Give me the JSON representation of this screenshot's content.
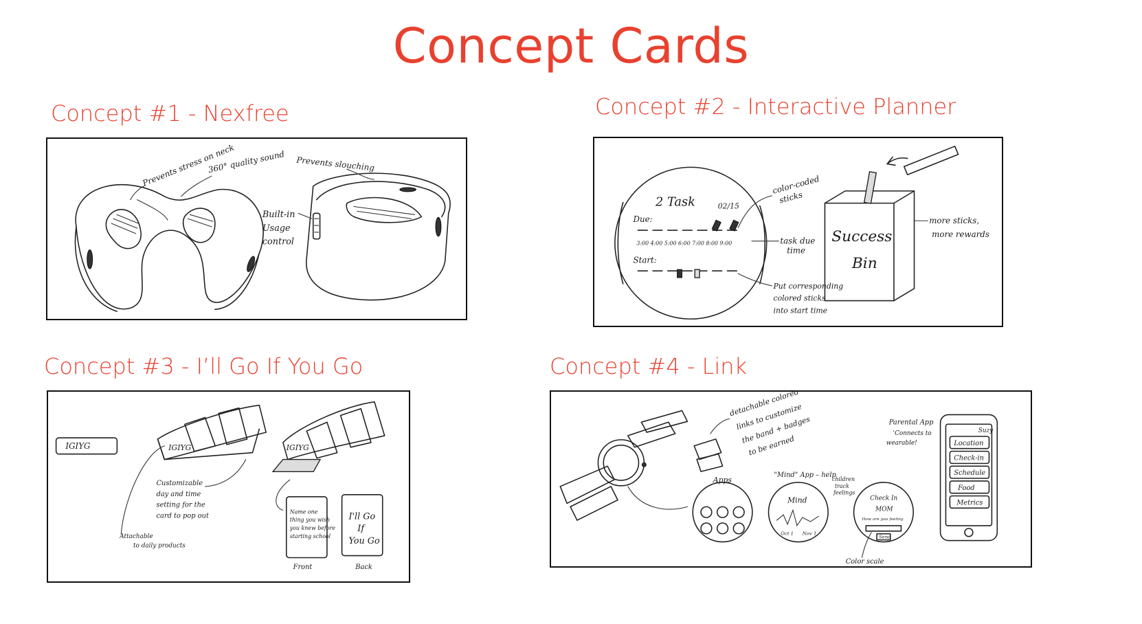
{
  "page": {
    "title": "Concept Cards"
  },
  "concepts": [
    {
      "heading": "Concept #1 - Nexfree",
      "notes": {
        "prevents_stress": "Prevents stress on neck",
        "sound": "360° quality sound",
        "slouching": "Prevents slouching",
        "built_in": "Built-in",
        "usage": "Usage",
        "control": "control"
      }
    },
    {
      "heading": "Concept #2 - Interactive Planner",
      "notes": {
        "task": "2 Task",
        "date": "02/15",
        "due": "Due:",
        "start": "Start:",
        "times": "3:00 4:00 5:00 6:00 7:00 8:00 9:00",
        "color_coded": "color-coded",
        "sticks": "sticks",
        "task_due": "task due",
        "time": "time",
        "put_1": "Put corresponding",
        "put_2": "colored sticks",
        "put_3": "into start time",
        "bin_1": "Success",
        "bin_2": "Bin",
        "more_1": "more sticks,",
        "more_2": "more rewards"
      }
    },
    {
      "heading": "Concept #3 - I’ll Go If You Go",
      "notes": {
        "igiyg": "IGIYG",
        "custom_1": "Customizable",
        "custom_2": "day and time",
        "custom_3": "setting for the",
        "custom_4": "card to pop out",
        "attach_1": "Attachable",
        "attach_2": "to daily products",
        "front_1": "Name one",
        "front_2": "thing you wish",
        "front_3": "you knew before",
        "front_4": "starting school",
        "back_1": "I'll Go",
        "back_2": "If",
        "back_3": "You Go",
        "front_label": "Front",
        "back_label": "Back"
      }
    },
    {
      "heading": "Concept #4 - Link",
      "notes": {
        "detach_1": "detachable colored",
        "detach_2": "links to customize",
        "detach_3": "the band + badges",
        "detach_4": "to be earned",
        "apps": "Apps",
        "mind_app": "\"Mind\" App – help",
        "mind_app_2": "children",
        "mind_app_3": "track",
        "mind_app_4": "feelings",
        "mind": "Mind",
        "check_in": "Check In",
        "mom": "MOM",
        "how": "How are you feeling",
        "send": "Send",
        "color_scale": "Color scale",
        "parental": "Parental App",
        "connects": "'Connects to",
        "wearable": "wearable!",
        "suzy": "Suzy",
        "location": "Location",
        "check_in_btn": "Check-in",
        "schedule": "Schedule",
        "food": "Food",
        "metrics": "Metrics",
        "oct": "Oct 1",
        "nov": "Nov 1"
      }
    }
  ]
}
